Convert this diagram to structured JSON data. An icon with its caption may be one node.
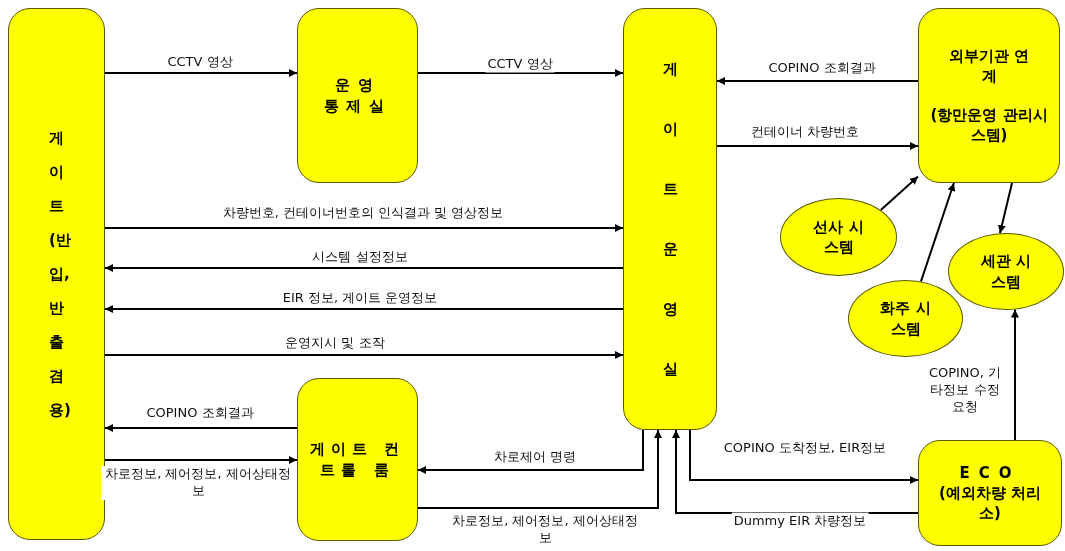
{
  "diagram": {
    "nodes": [
      {
        "text": [
          "게이트 (반입,반출 겸용)"
        ]
      },
      {
        "text": [
          "운영 통제실"
        ]
      },
      {
        "text": [
          "게이트 운영실"
        ]
      },
      {
        "text": [
          "외부기관 연계",
          "(항만운영 관리시스템)"
        ]
      },
      {
        "text": [
          "선사 시스템"
        ]
      },
      {
        "text": [
          "세관 시스템"
        ]
      },
      {
        "text": [
          "화주 시스템"
        ]
      },
      {
        "text": [
          "게이트 컨트롤 룸"
        ]
      },
      {
        "text": [
          "ECO",
          "(예외차량 처리소)"
        ]
      }
    ],
    "edges": [
      {
        "from": 0,
        "to": 1,
        "arrow": "to",
        "label": "CCTV 영상"
      },
      {
        "from": 1,
        "to": 2,
        "arrow": "to",
        "label": "CCTV 영상"
      },
      {
        "from": 3,
        "to": 2,
        "arrow": "to",
        "label": "COPINO 조회결과"
      },
      {
        "from": 2,
        "to": 3,
        "arrow": "to",
        "label": "컨테이너 차량번호"
      },
      {
        "from": 0,
        "to": 2,
        "arrow": "to",
        "label": "차량번호, 컨테이너번호의 인식결과 및 영상정보"
      },
      {
        "from": 2,
        "to": 0,
        "arrow": "to",
        "label": "시스템 설정정보"
      },
      {
        "from": 2,
        "to": 0,
        "arrow": "to",
        "label": "EIR 정보, 게이트 운영정보"
      },
      {
        "from": 0,
        "to": 2,
        "arrow": "to",
        "label": "운영지시 및 조작"
      },
      {
        "from": 7,
        "to": 0,
        "arrow": "to",
        "label": "COPINO 조회결과"
      },
      {
        "from": 0,
        "to": 7,
        "arrow": "to",
        "label": "차로정보, 제어정보, 제어상태정보"
      },
      {
        "from": 2,
        "to": 7,
        "arrow": "to",
        "label": "차로제어 명령"
      },
      {
        "from": 7,
        "to": 2,
        "arrow": "to",
        "label": "차로정보, 제어정보, 제어상태정보"
      },
      {
        "from": 2,
        "to": 8,
        "arrow": "to",
        "label": "COPINO 도착정보, EIR정보"
      },
      {
        "from": 8,
        "to": 2,
        "arrow": "to",
        "label": "Dummy EIR 차량정보"
      },
      {
        "from": 4,
        "to": 3,
        "arrow": "to"
      },
      {
        "from": 6,
        "to": 3,
        "arrow": "to"
      },
      {
        "from": 3,
        "to": 5,
        "arrow": "to"
      },
      {
        "from": 8,
        "to": 5,
        "arrow": "to",
        "label": "COPINO, 기타정보 수정요청"
      }
    ]
  }
}
